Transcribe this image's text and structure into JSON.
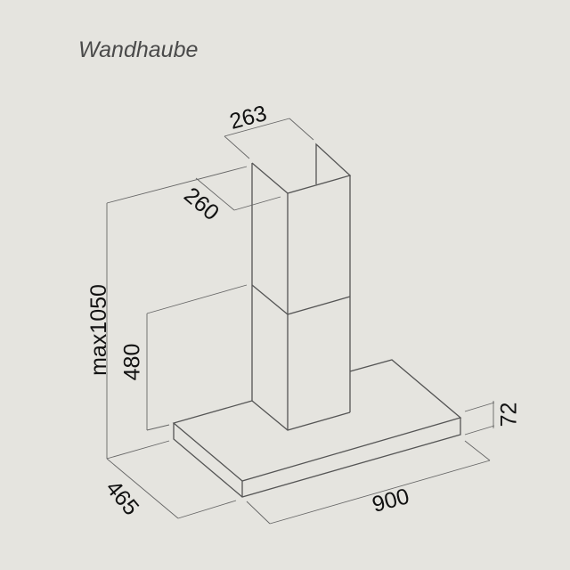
{
  "title": "Wandhaube",
  "dimensions": {
    "chimney_width": "263",
    "chimney_depth": "260",
    "max_height": "max1050",
    "lower_chimney_height": "480",
    "hood_thickness": "72",
    "hood_depth": "465",
    "hood_width": "900"
  },
  "colors": {
    "background": "#e5e4df",
    "lines": "#555555"
  }
}
